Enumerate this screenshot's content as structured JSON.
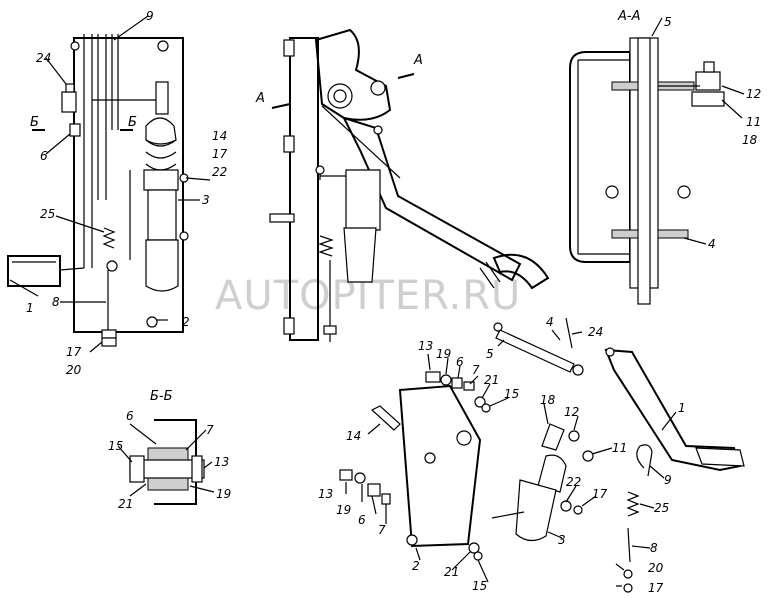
{
  "watermark": "AUTOPITER.RU",
  "sections": {
    "aa": "А-А",
    "bb": "Б-Б",
    "a_mark_left": "А",
    "a_mark_right": "А",
    "b_mark_left": "Б",
    "b_mark_right": "Б"
  },
  "labels": {
    "front": {
      "l9": "9",
      "l24": "24",
      "l6": "6",
      "l14": "14",
      "l17": "17",
      "l22": "22",
      "l3": "3",
      "l25": "25",
      "l1": "1",
      "l8": "8",
      "l2": "2",
      "l17b": "17",
      "l20": "20"
    },
    "aa": {
      "l5": "5",
      "l12": "12",
      "l11": "11",
      "l18": "18",
      "l4": "4"
    },
    "bb": {
      "l6": "6",
      "l7": "7",
      "l15": "15",
      "l13": "13",
      "l21": "21",
      "l19": "19"
    },
    "exploded": {
      "l4": "4",
      "l24": "24",
      "l5": "5",
      "l13": "13",
      "l19": "19",
      "l6": "6",
      "l7": "7",
      "l21": "21",
      "l15": "15",
      "l18": "18",
      "l12": "12",
      "l1": "1",
      "l14": "14",
      "l11": "11",
      "l9": "9",
      "l22": "22",
      "l17": "17",
      "l25": "25",
      "l13b": "13",
      "l19b": "19",
      "l6b": "6",
      "l7b": "7",
      "l3": "3",
      "l8": "8",
      "l2": "2",
      "l21b": "21",
      "l15b": "15",
      "l20": "20",
      "l17b": "17"
    }
  }
}
